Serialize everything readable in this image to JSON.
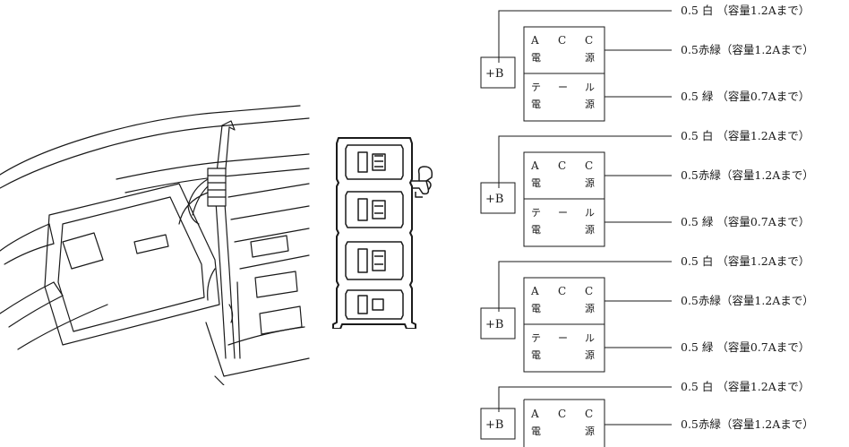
{
  "plus_b_label": "+B",
  "acc_row": {
    "chars": [
      "A",
      "C",
      "C"
    ],
    "line2_left": "電",
    "line2_right": "源"
  },
  "tail_row": {
    "chars": [
      "テ",
      "ー",
      "ル"
    ],
    "line2_left": "電",
    "line2_right": "源"
  },
  "groups": [
    {
      "wires": [
        "0.5 白 （容量1.2Aまで）",
        "0.5赤緑（容量1.2Aまで）",
        "0.5 緑 （容量0.7Aまで）"
      ]
    },
    {
      "wires": [
        "0.5 白 （容量1.2Aまで）",
        "0.5赤緑（容量1.2Aまで）",
        "0.5 緑 （容量0.7Aまで）"
      ]
    },
    {
      "wires": [
        "0.5 白 （容量1.2Aまで）",
        "0.5赤緑（容量1.2Aまで）",
        "0.5 緑 （容量0.7Aまで）"
      ]
    },
    {
      "wires": [
        "0.5 白 （容量1.2Aまで）",
        "0.5赤緑（容量1.2Aまで）"
      ]
    }
  ]
}
